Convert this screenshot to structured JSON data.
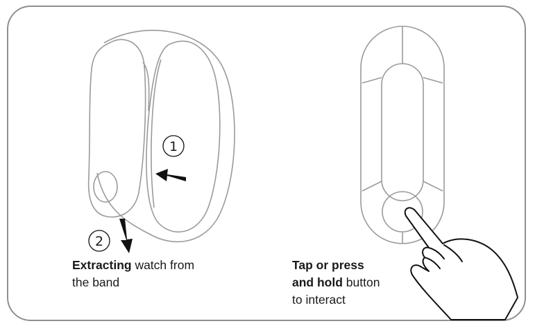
{
  "steps": {
    "step1": "1",
    "step2": "2"
  },
  "captions": {
    "left": {
      "bold": "Extracting",
      "line1_rest": " watch from",
      "line2": "the band"
    },
    "right": {
      "line1_bold": "Tap or press",
      "line2_bold": "and hold",
      "line2_rest": " button",
      "line3": "to interact"
    }
  },
  "colors": {
    "outline": "#9a9a9a",
    "frame": "#8f8f8f",
    "ink": "#111111"
  }
}
